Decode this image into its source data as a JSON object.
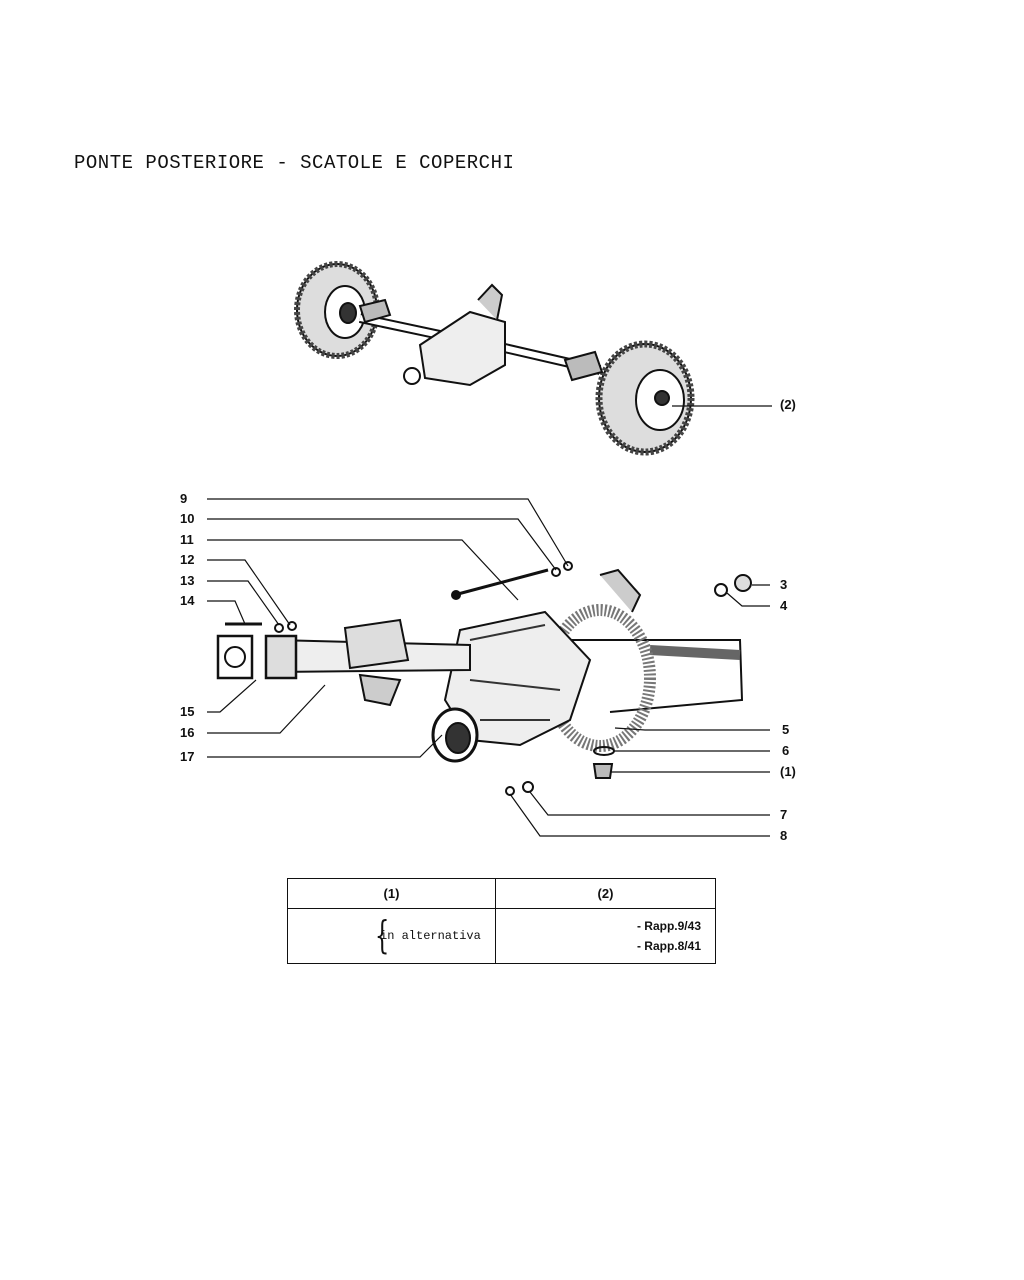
{
  "title": "PONTE POSTERIORE - SCATOLE E COPERCHI",
  "top_callout": "(2)",
  "callouts_left": [
    "9",
    "10",
    "11",
    "12",
    "13",
    "14",
    "15",
    "16",
    "17"
  ],
  "callouts_right": [
    "3",
    "4",
    "5",
    "6",
    "(1)",
    "7",
    "8"
  ],
  "table": {
    "headers": [
      "(1)",
      "(2)"
    ],
    "col1_text": "in alternativa",
    "col2_lines": [
      "- Rapp.9/43",
      "- Rapp.8/41"
    ]
  }
}
